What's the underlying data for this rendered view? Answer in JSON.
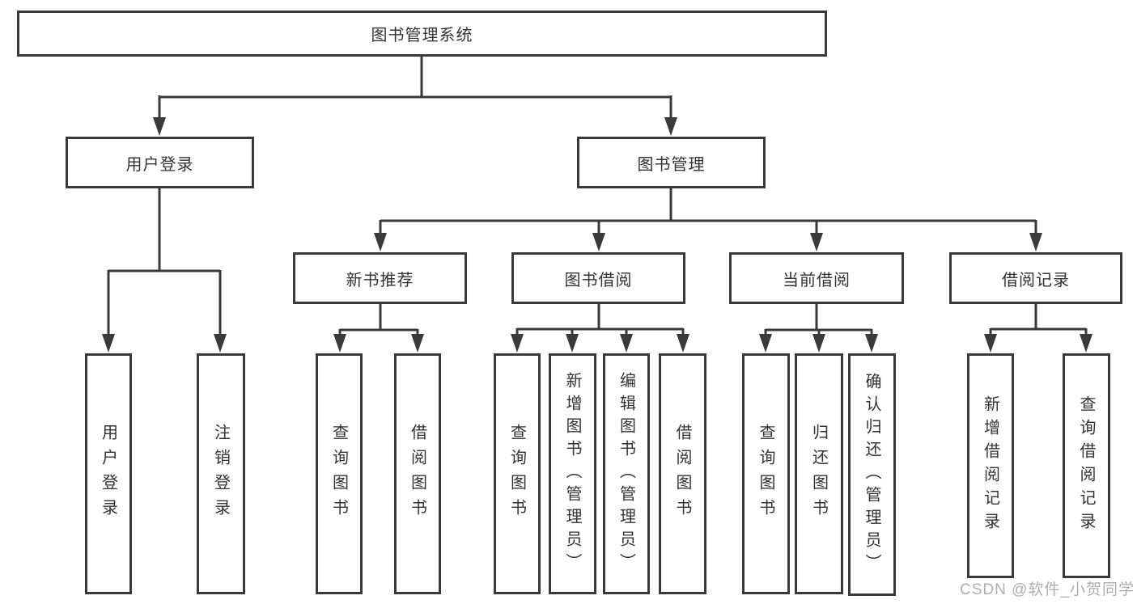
{
  "diagram": {
    "root": {
      "label": "图书管理系统"
    },
    "level2": {
      "user_login": {
        "label": "用户登录"
      },
      "book_mgmt": {
        "label": "图书管理"
      }
    },
    "level3": {
      "new_books": {
        "label": "新书推荐"
      },
      "book_borrow": {
        "label": "图书借阅"
      },
      "current_borrow": {
        "label": "当前借阅"
      },
      "borrow_records": {
        "label": "借阅记录"
      }
    },
    "leaves": {
      "login": "用户登录",
      "logout": "注销登录",
      "nb_query": "查询图书",
      "nb_borrow": "借阅图书",
      "bb_query": "查询图书",
      "bb_add": "新增图书（管理员）",
      "bb_edit": "编辑图书（管理员）",
      "bb_borrow": "借阅图书",
      "cb_query": "查询图书",
      "cb_return": "归还图书",
      "cb_confirm": "确认归还（管理员）",
      "br_add": "新增借阅记录",
      "br_query": "查询借阅记录"
    }
  },
  "watermark": "CSDN @软件_小贺同学",
  "colors": {
    "line": "#3a3a3a",
    "box_border": "#3a3a3a",
    "text": "#333333",
    "watermark": "#a5a5a5",
    "background": "#ffffff"
  }
}
